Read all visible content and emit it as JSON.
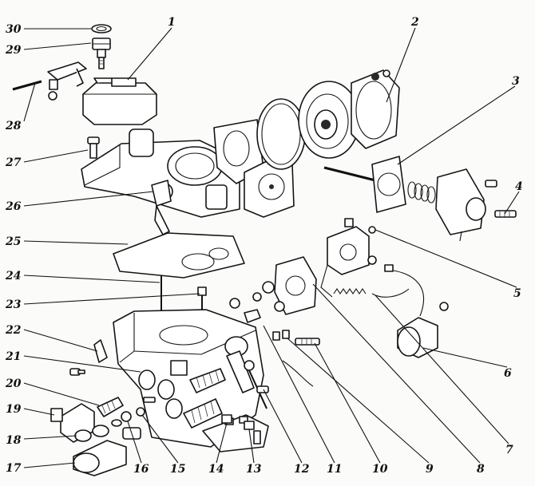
{
  "callouts": [
    {
      "text": "1"
    },
    {
      "text": "2"
    },
    {
      "text": "3"
    },
    {
      "text": "4"
    },
    {
      "text": "5"
    },
    {
      "text": "6"
    },
    {
      "text": "7"
    },
    {
      "text": "8"
    },
    {
      "text": "9"
    },
    {
      "text": "10"
    },
    {
      "text": "11"
    },
    {
      "text": "12"
    },
    {
      "text": "13"
    },
    {
      "text": "14"
    },
    {
      "text": "15"
    },
    {
      "text": "16"
    },
    {
      "text": "17"
    },
    {
      "text": "18"
    },
    {
      "text": "19"
    },
    {
      "text": "20"
    },
    {
      "text": "21"
    },
    {
      "text": "22"
    },
    {
      "text": "23"
    },
    {
      "text": "24"
    },
    {
      "text": "25"
    },
    {
      "text": "26"
    },
    {
      "text": "27"
    },
    {
      "text": "28"
    },
    {
      "text": "29"
    },
    {
      "text": "30"
    }
  ]
}
